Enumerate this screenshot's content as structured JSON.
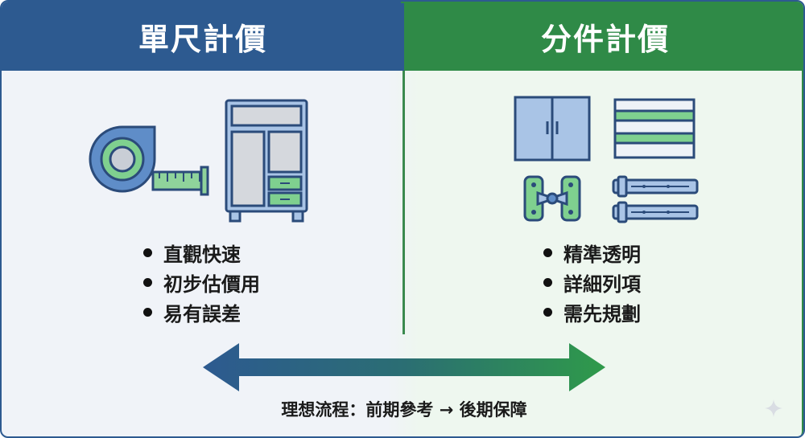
{
  "left_panel": {
    "title": "單尺計價",
    "bullets": [
      "直觀快速",
      "初步估價用",
      "易有誤差"
    ]
  },
  "right_panel": {
    "title": "分件計價",
    "bullets": [
      "精準透明",
      "詳細列項",
      "需先規劃"
    ]
  },
  "footer_text": "理想流程：前期參考 → 後期保障",
  "icons": {
    "left": [
      "tape-measure-icon",
      "cabinet-icon"
    ],
    "right": [
      "cabinet-door-icon",
      "shelf-panel-icon",
      "hinge-icon",
      "drawer-slide-icon"
    ]
  },
  "colors": {
    "blue": "#2d5a90",
    "green": "#2f8a47",
    "light_blue": "#a9c4e6",
    "light_green": "#7fd08f"
  }
}
